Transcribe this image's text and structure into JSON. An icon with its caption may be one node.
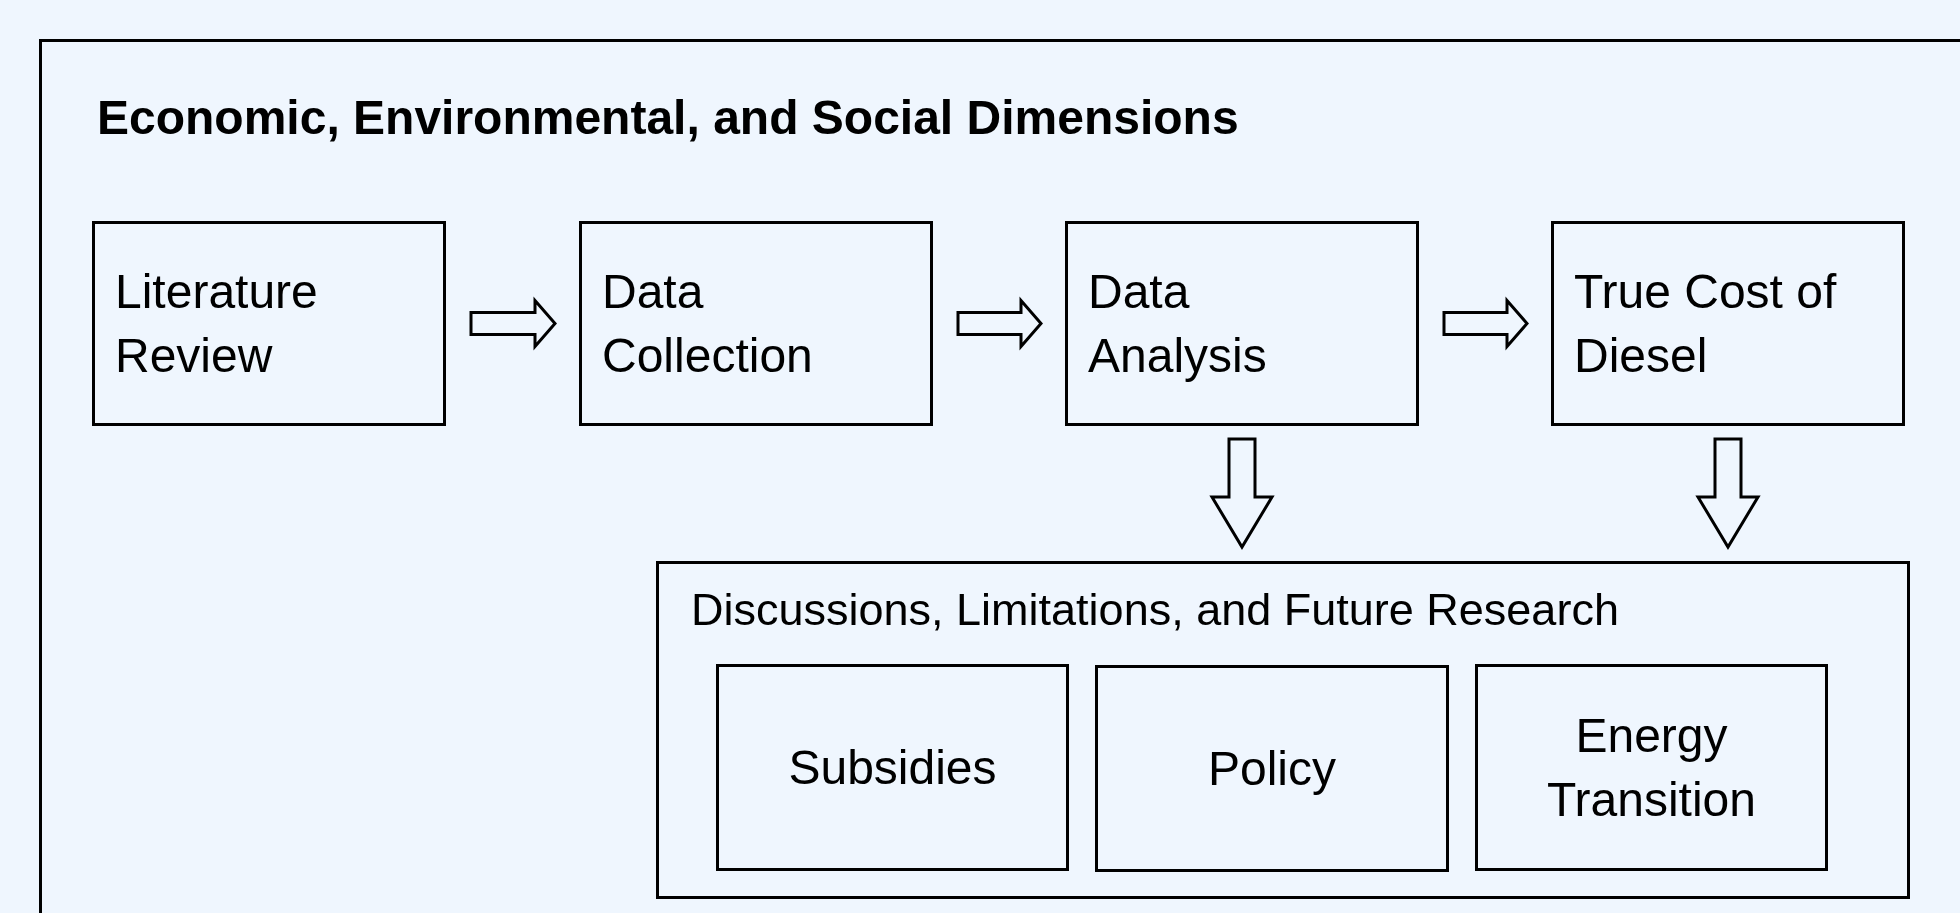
{
  "diagram": {
    "nodes": [
      {
        "text": [
          "Economic, Environmental, and Social Dimensions"
        ]
      },
      {
        "text": [
          "Literature Review"
        ],
        "in": 0
      },
      {
        "text": [
          "Data Collection"
        ],
        "in": 0
      },
      {
        "text": [
          "Data Analysis"
        ],
        "in": 0
      },
      {
        "text": [
          "True Cost of Diesel"
        ],
        "in": 0
      },
      {
        "text": [
          "Discussions, Limitations, and Future Research"
        ],
        "in": 0
      },
      {
        "text": [
          "Subsidies"
        ],
        "in": 5
      },
      {
        "text": [
          "Policy"
        ],
        "in": 5
      },
      {
        "text": [
          "Energy Transition"
        ],
        "in": 5
      }
    ],
    "edges": [
      {
        "from": 1,
        "to": 2,
        "arrow": "to"
      },
      {
        "from": 2,
        "to": 3,
        "arrow": "to"
      },
      {
        "from": 3,
        "to": 4,
        "arrow": "to"
      },
      {
        "from": 3,
        "to": 5,
        "arrow": "to"
      },
      {
        "from": 4,
        "to": 5,
        "arrow": "to"
      }
    ]
  }
}
